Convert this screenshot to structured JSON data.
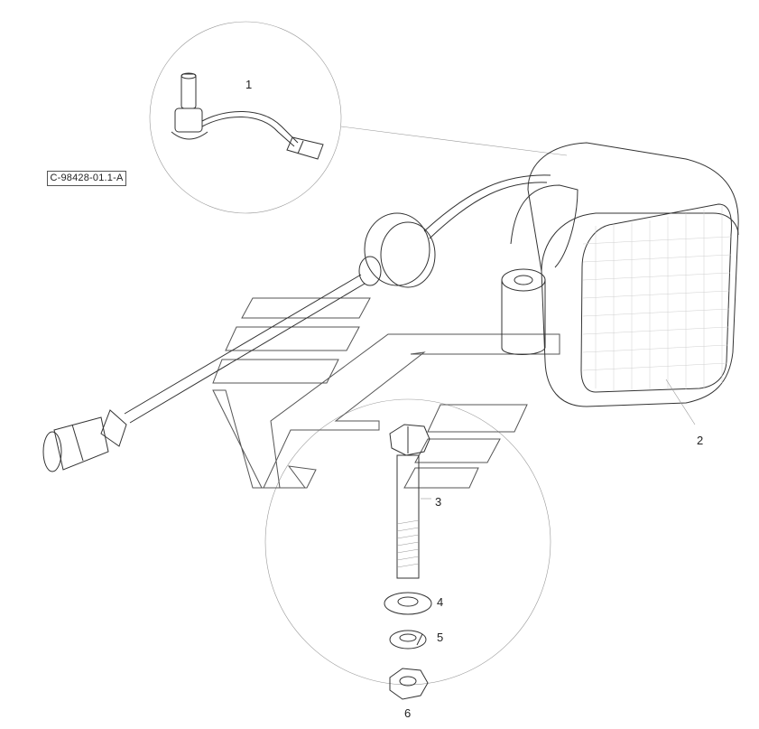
{
  "reference_code": "C-98428-01.1-A",
  "callouts": {
    "c1": "1",
    "c2": "2",
    "c3": "3",
    "c4": "4",
    "c5": "5",
    "c6": "6"
  }
}
